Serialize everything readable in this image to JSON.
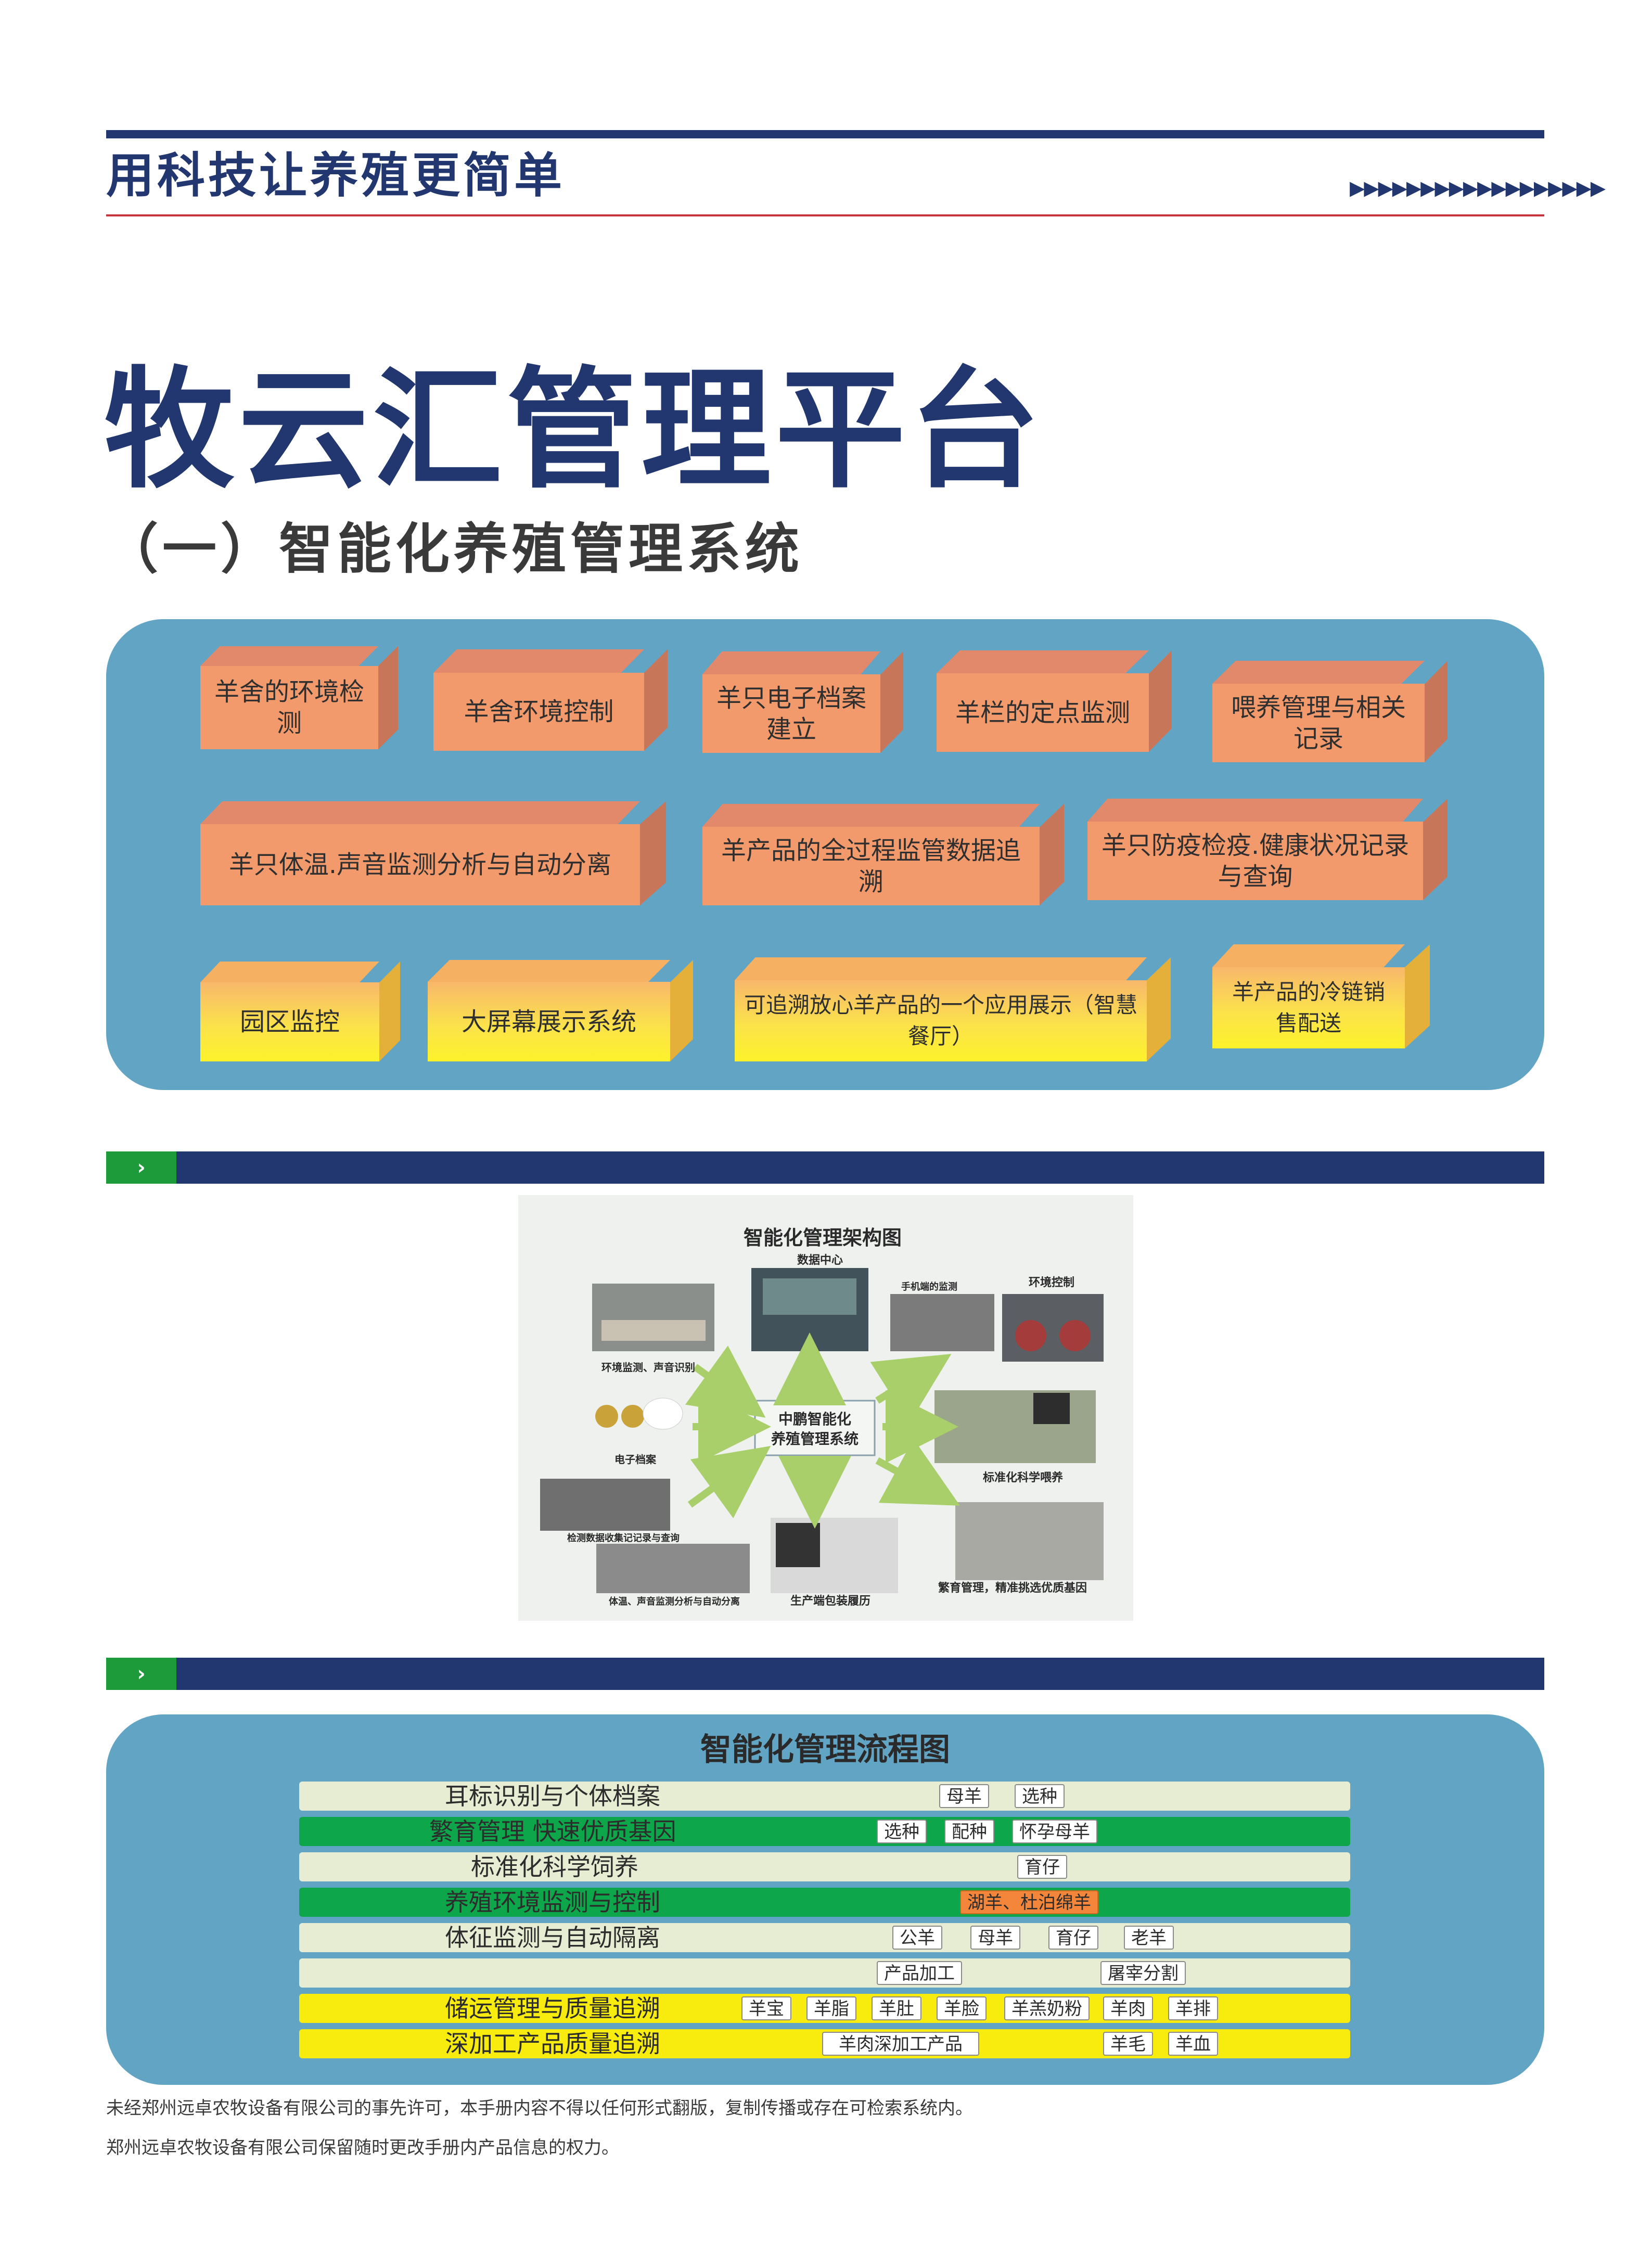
{
  "header": {
    "slogan": "用科技让养殖更简单",
    "arrows": "▶▶▶▶▶▶▶▶▶▶▶▶▶▶▶▶▶▶"
  },
  "title": "牧云汇管理平台",
  "subtitle": "（一）智能化养殖管理系统",
  "features": [
    "羊舍的环境检测",
    "羊舍环境控制",
    "羊只电子档案建立",
    "羊栏的定点监测",
    "喂养管理与相关记录",
    "羊只体温.声音监测分析与自动分离",
    "羊产品的全过程监管数据追溯",
    "羊只防疫检疫.健康状况记录与查询",
    "园区监控",
    "大屏幕展示系统",
    "可追溯放心羊产品的一个应用展示（智慧餐厅）",
    "羊产品的冷链销售配送"
  ],
  "section_marker": "›",
  "architecture": {
    "title": "智能化管理架构图",
    "center": [
      "中鹏智能化",
      "养殖管理系统"
    ],
    "labels": {
      "data_center": "数据中心",
      "mobile": "手机端的监测",
      "env_control": "环境控制",
      "env_monitor": "环境监测、声音识别",
      "ear_tag": "电子档案",
      "feeding": "标准化科学喂养",
      "detect_record": "检测数据收集记记录与查询",
      "temperature": "体温、声音监测分析与自动分离",
      "production": "生产端包装履历",
      "breeding": "繁育管理，精准挑选优质基因"
    }
  },
  "flow": {
    "title": "智能化管理流程图",
    "rows": [
      {
        "label": "耳标识别与个体档案",
        "tags": [
          "母羊",
          "选种"
        ]
      },
      {
        "label": "繁育管理 快速优质基因",
        "tags": [
          "选种",
          "配种",
          "怀孕母羊"
        ]
      },
      {
        "label": "标准化科学饲养",
        "tags": [
          "育仔"
        ]
      },
      {
        "label": "养殖环境监测与控制",
        "tags": [
          "湖羊、杜泊绵羊"
        ]
      },
      {
        "label": "体征监测与自动隔离",
        "tags": [
          "公羊",
          "母羊",
          "育仔",
          "老羊"
        ]
      },
      {
        "label": "",
        "tags": [
          "产品加工",
          "屠宰分割"
        ]
      },
      {
        "label": "储运管理与质量追溯",
        "tags": [
          "羊宝",
          "羊脂",
          "羊肚",
          "羊脸",
          "羊羔奶粉",
          "羊肉",
          "羊排"
        ]
      },
      {
        "label": "深加工产品质量追溯",
        "tags": [
          "羊肉深加工产品",
          "羊毛",
          "羊血"
        ]
      }
    ]
  },
  "footer": {
    "line1": "未经郑州远卓农牧设备有限公司的事先许可，本手册内容不得以任何形式翻版，复制传播或存在可检索系统内。",
    "line2": "郑州远卓农牧设备有限公司保留随时更改手册内产品信息的权力。"
  }
}
